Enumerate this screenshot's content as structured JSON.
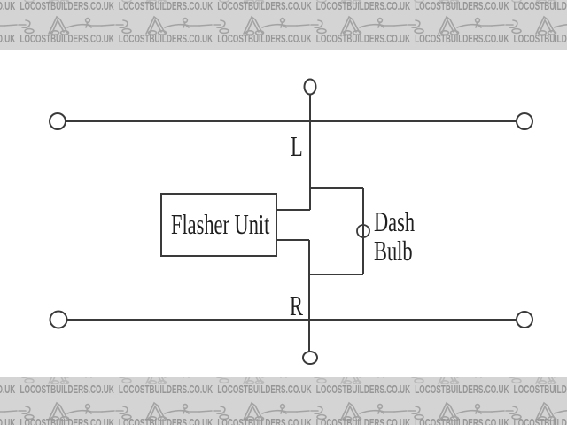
{
  "watermark": {
    "text": "LOCOSTBUILDERS.CO.UK",
    "band_background": "#d4d4d4",
    "text_color": "#969696",
    "logo_color": "#a3a3a3",
    "logo_icon": "locost-seven-car-sketch"
  },
  "diagram": {
    "line_color": "#3a3a3a",
    "label_color": "#1f1f1f",
    "labels": {
      "flasher_unit": "Flasher Unit",
      "left_terminal": "L",
      "right_terminal": "R",
      "dash_bulb": "Dash Bulb"
    }
  }
}
